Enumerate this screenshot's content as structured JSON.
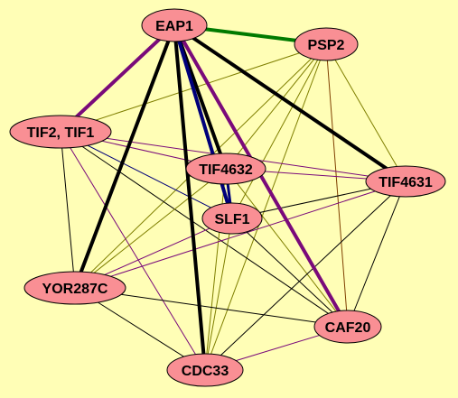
{
  "colors": {
    "background": "#fffeb6",
    "node_fill": "#f98f94",
    "node_stroke": "#000000",
    "edge_black": "#000000",
    "edge_purple": "#7a0a7a",
    "edge_navy": "#00007a",
    "edge_green": "#007a00",
    "edge_olive": "#7f7f00",
    "edge_brown": "#7f3f00"
  },
  "nodes": [
    {
      "id": "EAP1",
      "label": "EAP1"
    },
    {
      "id": "PSP2",
      "label": "PSP2"
    },
    {
      "id": "TIF2",
      "label": "TIF2, TIF1"
    },
    {
      "id": "TIF4632",
      "label": "TIF4632"
    },
    {
      "id": "TIF4631",
      "label": "TIF4631"
    },
    {
      "id": "SLF1",
      "label": "SLF1"
    },
    {
      "id": "YOR287C",
      "label": "YOR287C"
    },
    {
      "id": "CAF20",
      "label": "CAF20"
    },
    {
      "id": "CDC33",
      "label": "CDC33"
    }
  ],
  "edges": [
    {
      "from": "EAP1",
      "to": "PSP2",
      "color": "green",
      "weight": "thick"
    },
    {
      "from": "EAP1",
      "to": "TIF2",
      "color": "purple",
      "weight": "thick"
    },
    {
      "from": "EAP1",
      "to": "TIF4632",
      "color": "black",
      "weight": "thick"
    },
    {
      "from": "EAP1",
      "to": "SLF1",
      "color": "navy",
      "weight": "thick"
    },
    {
      "from": "EAP1",
      "to": "TIF4631",
      "color": "black",
      "weight": "thick"
    },
    {
      "from": "EAP1",
      "to": "YOR287C",
      "color": "black",
      "weight": "thick"
    },
    {
      "from": "EAP1",
      "to": "CAF20",
      "color": "purple",
      "weight": "thick"
    },
    {
      "from": "EAP1",
      "to": "CDC33",
      "color": "black",
      "weight": "thick"
    },
    {
      "from": "PSP2",
      "to": "TIF2",
      "color": "olive",
      "weight": "thin"
    },
    {
      "from": "PSP2",
      "to": "TIF4632",
      "color": "olive",
      "weight": "thin"
    },
    {
      "from": "PSP2",
      "to": "SLF1",
      "color": "olive",
      "weight": "thin"
    },
    {
      "from": "PSP2",
      "to": "TIF4631",
      "color": "olive",
      "weight": "thin"
    },
    {
      "from": "PSP2",
      "to": "YOR287C",
      "color": "olive",
      "weight": "thin"
    },
    {
      "from": "PSP2",
      "to": "CAF20",
      "color": "brown",
      "weight": "thin"
    },
    {
      "from": "PSP2",
      "to": "CDC33",
      "color": "olive",
      "weight": "thin"
    },
    {
      "from": "TIF2",
      "to": "TIF4632",
      "color": "purple",
      "weight": "thin"
    },
    {
      "from": "TIF2",
      "to": "TIF4631",
      "color": "purple",
      "weight": "thin"
    },
    {
      "from": "TIF2",
      "to": "SLF1",
      "color": "navy",
      "weight": "thin"
    },
    {
      "from": "TIF2",
      "to": "CAF20",
      "color": "black",
      "weight": "thin"
    },
    {
      "from": "TIF2",
      "to": "YOR287C",
      "color": "black",
      "weight": "thin"
    },
    {
      "from": "TIF2",
      "to": "CDC33",
      "color": "purple",
      "weight": "thin"
    },
    {
      "from": "TIF4632",
      "to": "TIF4631",
      "color": "purple",
      "weight": "thin"
    },
    {
      "from": "TIF4632",
      "to": "YOR287C",
      "color": "olive",
      "weight": "thin"
    },
    {
      "from": "TIF4632",
      "to": "CAF20",
      "color": "olive",
      "weight": "thin"
    },
    {
      "from": "TIF4632",
      "to": "CDC33",
      "color": "olive",
      "weight": "thin"
    },
    {
      "from": "TIF4632",
      "to": "SLF1",
      "color": "navy",
      "weight": "medium"
    },
    {
      "from": "TIF4631",
      "to": "SLF1",
      "color": "black",
      "weight": "thin"
    },
    {
      "from": "TIF4631",
      "to": "YOR287C",
      "color": "purple",
      "weight": "thin"
    },
    {
      "from": "TIF4631",
      "to": "CAF20",
      "color": "black",
      "weight": "thin"
    },
    {
      "from": "TIF4631",
      "to": "CDC33",
      "color": "black",
      "weight": "thin"
    },
    {
      "from": "SLF1",
      "to": "YOR287C",
      "color": "purple",
      "weight": "thin"
    },
    {
      "from": "SLF1",
      "to": "CAF20",
      "color": "black",
      "weight": "thin"
    },
    {
      "from": "SLF1",
      "to": "CDC33",
      "color": "olive",
      "weight": "thin"
    },
    {
      "from": "YOR287C",
      "to": "CAF20",
      "color": "black",
      "weight": "thin"
    },
    {
      "from": "YOR287C",
      "to": "CDC33",
      "color": "black",
      "weight": "thin"
    },
    {
      "from": "CAF20",
      "to": "CDC33",
      "color": "purple",
      "weight": "thin"
    }
  ]
}
